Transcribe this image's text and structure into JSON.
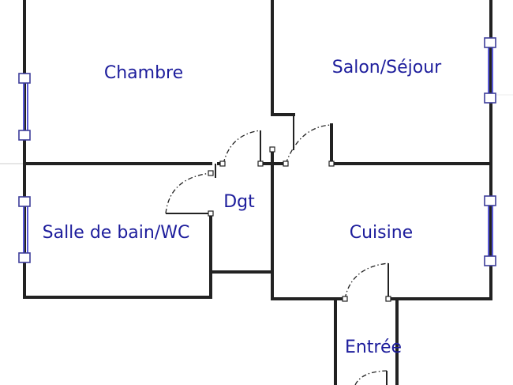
{
  "rooms": {
    "chambre": "Chambre",
    "salon": "Salon/Séjour",
    "dgt": "Dgt",
    "salle_de_bain": "Salle de bain/WC",
    "cuisine": "Cuisine",
    "entree": "Entrée"
  },
  "colors": {
    "wall": "#222222",
    "label": "#1d1d9c",
    "window": "#5a5ad8",
    "background": "#ffffff"
  }
}
